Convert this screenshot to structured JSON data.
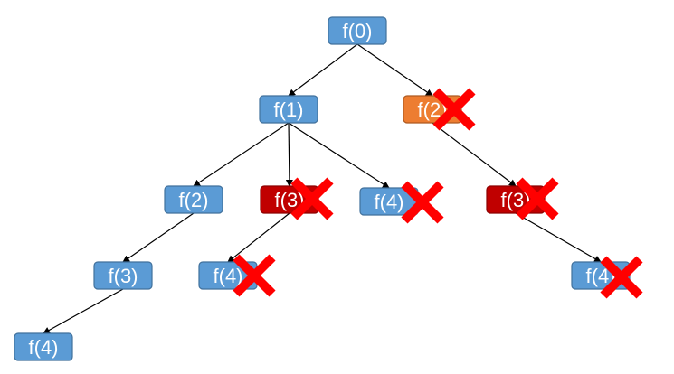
{
  "colors": {
    "normal": "#5B9BD5",
    "normal_border": "#41719C",
    "repeat_first": "#ED7D31",
    "repeat_first_border": "#AE5A21",
    "repeat_deep": "#C00000",
    "repeat_deep_border": "#8C0000",
    "cross": "#FF0000",
    "edge": "#000000"
  },
  "nodes": [
    {
      "id": "n0",
      "label": "f(0)",
      "style": "normal",
      "crossed": false
    },
    {
      "id": "n1",
      "label": "f(1)",
      "style": "normal",
      "crossed": false
    },
    {
      "id": "n2b",
      "label": "f(2)",
      "style": "repeat_first",
      "crossed": true
    },
    {
      "id": "n2",
      "label": "f(2)",
      "style": "normal",
      "crossed": false
    },
    {
      "id": "n3a",
      "label": "f(3)",
      "style": "repeat_deep",
      "crossed": true
    },
    {
      "id": "n4a",
      "label": "f(4)",
      "style": "normal",
      "crossed": true
    },
    {
      "id": "n3c",
      "label": "f(3)",
      "style": "repeat_deep",
      "crossed": true
    },
    {
      "id": "n3",
      "label": "f(3)",
      "style": "normal",
      "crossed": false
    },
    {
      "id": "n4b",
      "label": "f(4)",
      "style": "normal",
      "crossed": true
    },
    {
      "id": "n4d",
      "label": "f(4)",
      "style": "normal",
      "crossed": true
    },
    {
      "id": "n4",
      "label": "f(4)",
      "style": "normal",
      "crossed": false
    }
  ],
  "edges": [
    {
      "from": "n0",
      "to": "n1"
    },
    {
      "from": "n0",
      "to": "n2b"
    },
    {
      "from": "n1",
      "to": "n2"
    },
    {
      "from": "n1",
      "to": "n3a"
    },
    {
      "from": "n1",
      "to": "n4a"
    },
    {
      "from": "n2b",
      "to": "n3c"
    },
    {
      "from": "n2",
      "to": "n3"
    },
    {
      "from": "n3a",
      "to": "n4b"
    },
    {
      "from": "n3c",
      "to": "n4d"
    },
    {
      "from": "n3",
      "to": "n4"
    }
  ]
}
